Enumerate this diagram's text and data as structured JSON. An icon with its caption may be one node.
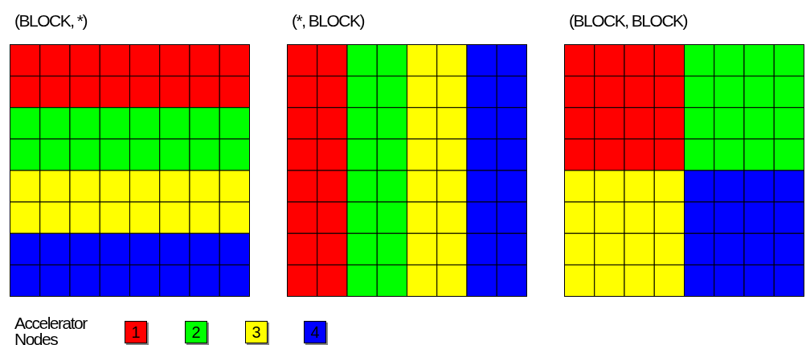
{
  "diagram": {
    "nodes": [
      {
        "text": [
          "(BLOCK, *)"
        ]
      },
      {
        "text": [
          "(*, BLOCK)"
        ]
      },
      {
        "text": [
          "(BLOCK, BLOCK)"
        ]
      }
    ],
    "legend": [
      {
        "text": "1",
        "color": "#ff0000"
      },
      {
        "text": "2",
        "color": "#00ff00"
      },
      {
        "text": "3",
        "color": "#ffff00"
      },
      {
        "text": "4",
        "color": "#0000ff"
      }
    ],
    "labels": [
      "Accelerator Nodes"
    ]
  }
}
